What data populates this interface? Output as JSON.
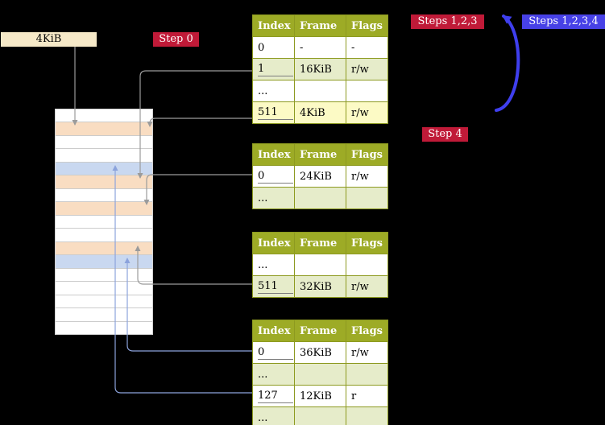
{
  "labels": {
    "frame_pointer": "4KiB",
    "step0": "Step 0",
    "steps_123": "Steps 1,2,3",
    "steps_1234": "Steps 1,2,3,4",
    "step4": "Step 4"
  },
  "colors": {
    "badge_crimson": "#c01a38",
    "badge_blue": "#4741e6",
    "arrow_big_blue": "#3f3fee",
    "arrow_light_blue": "#8ca3dc",
    "arrow_gray": "#9b9b9b",
    "table_header": "#9dab26",
    "table_border": "#8d9a20",
    "table_row_green": "#e6ecca",
    "table_row_yellow": "#fcfac5",
    "memory_peach": "#f9ddc2",
    "memory_blue": "#c9d8f0",
    "label_beige": "#f6e9c8"
  },
  "tables": [
    {
      "name": "level-4-page-table",
      "headers": [
        "Index",
        "Frame",
        "Flags"
      ],
      "rows": [
        {
          "index": "0",
          "frame": "-",
          "flags": "-"
        },
        {
          "index": "1",
          "frame": "16KiB",
          "flags": "r/w"
        },
        {
          "index": "...",
          "frame": "",
          "flags": ""
        },
        {
          "index": "511",
          "frame": "4KiB",
          "flags": "r/w"
        }
      ]
    },
    {
      "name": "level-3-page-table",
      "headers": [
        "Index",
        "Frame",
        "Flags"
      ],
      "rows": [
        {
          "index": "0",
          "frame": "24KiB",
          "flags": "r/w"
        },
        {
          "index": "...",
          "frame": "",
          "flags": ""
        }
      ]
    },
    {
      "name": "level-2-page-table",
      "headers": [
        "Index",
        "Frame",
        "Flags"
      ],
      "rows": [
        {
          "index": "...",
          "frame": "",
          "flags": ""
        },
        {
          "index": "511",
          "frame": "32KiB",
          "flags": "r/w"
        }
      ]
    },
    {
      "name": "level-1-page-table",
      "headers": [
        "Index",
        "Frame",
        "Flags"
      ],
      "rows": [
        {
          "index": "0",
          "frame": "36KiB",
          "flags": "r/w"
        },
        {
          "index": "...",
          "frame": "",
          "flags": ""
        },
        {
          "index": "127",
          "frame": "12KiB",
          "flags": "r"
        },
        {
          "index": "...",
          "frame": "",
          "flags": ""
        }
      ]
    }
  ],
  "memory": {
    "rows": [
      "white",
      "peach",
      "white",
      "white",
      "blue",
      "peach",
      "white",
      "peach",
      "white",
      "white",
      "peach",
      "blue",
      "white",
      "white",
      "white",
      "white",
      "white"
    ]
  }
}
